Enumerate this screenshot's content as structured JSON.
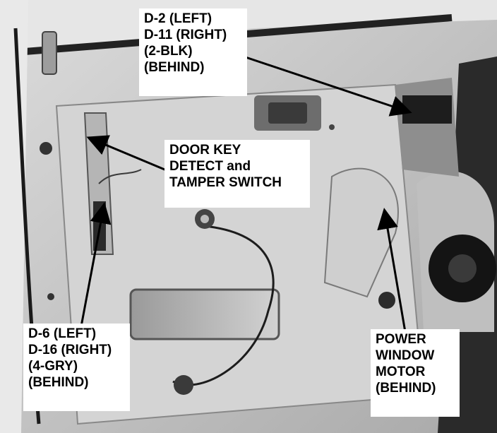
{
  "callouts": {
    "d2_d11": [
      "D-2 (LEFT)",
      "D-11 (RIGHT)",
      "(2-BLK)",
      "(BEHIND)"
    ],
    "door_key": [
      "DOOR KEY",
      "DETECT and",
      "TAMPER SWITCH"
    ],
    "d6_d16": [
      "D-6 (LEFT)",
      "D-16 (RIGHT)",
      "(4-GRY)",
      "(BEHIND)"
    ],
    "power_window": [
      "POWER",
      "WINDOW",
      "MOTOR",
      "(BEHIND)"
    ]
  },
  "colors": {
    "panel": "#c9c9c9",
    "dark": "#1a1a1a",
    "label_bg": "#ffffff",
    "arrow": "#000000"
  }
}
